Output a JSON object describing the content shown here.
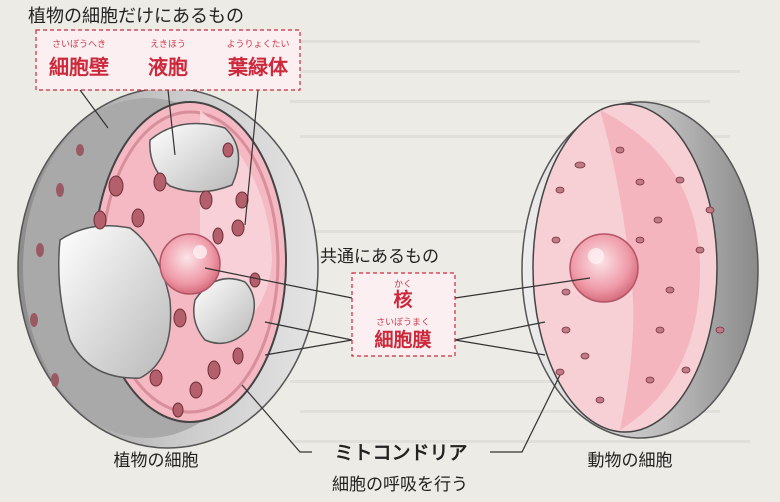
{
  "plant_only": {
    "heading": "植物の細胞だけにあるもの",
    "items": [
      {
        "ruby": "さいぼうへき",
        "label": "細胞壁"
      },
      {
        "ruby": "えきほう",
        "label": "液胞"
      },
      {
        "ruby": "ようりょくたい",
        "label": "葉緑体"
      }
    ]
  },
  "common": {
    "heading": "共通にあるもの",
    "items": [
      {
        "ruby": "かく",
        "label": "核"
      },
      {
        "ruby": "さいぼうまく",
        "label": "細胞膜"
      }
    ]
  },
  "mitochondria": {
    "label": "ミトコンドリア",
    "note": "細胞の呼吸を行う"
  },
  "captions": {
    "plant": "植物の細胞",
    "animal": "動物の細胞"
  },
  "colors": {
    "accent": "#cc2a3c",
    "cytoplasm": "#f2b8c0",
    "organelle": "#b4606c"
  }
}
